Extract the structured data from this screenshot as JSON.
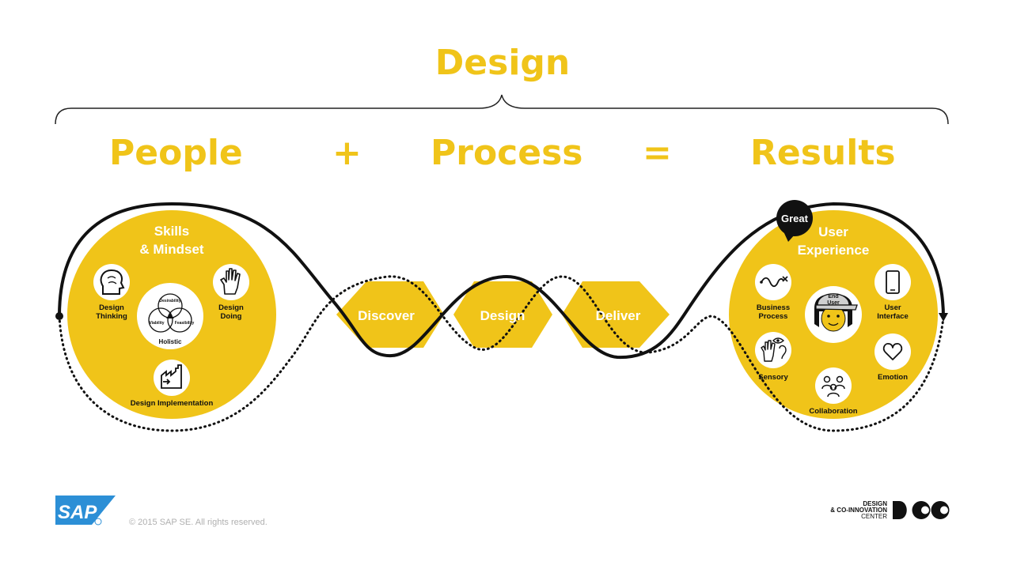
{
  "title": "Design",
  "equation": {
    "people": "People",
    "plus": "+",
    "process": "Process",
    "equals": "=",
    "results": "Results"
  },
  "skills": {
    "heading_line1": "Skills",
    "heading_line2": "& Mindset",
    "design_thinking_line1": "Design",
    "design_thinking_line2": "Thinking",
    "design_doing_line1": "Design",
    "design_doing_line2": "Doing",
    "holistic": "Holistic",
    "venn_desirability": "Desirability",
    "venn_viability": "Viability",
    "venn_feasibility": "Feasibility",
    "design_implementation": "Design Implementation"
  },
  "phases": [
    "Discover",
    "Design",
    "Deliver"
  ],
  "experience": {
    "badge": "Great",
    "heading_line1": "User",
    "heading_line2": "Experience",
    "business_process_line1": "Business",
    "business_process_line2": "Process",
    "user_interface_line1": "User",
    "user_interface_line2": "Interface",
    "end_user_line1": "End",
    "end_user_line2": "User",
    "sensory": "Sensory",
    "emotion": "Emotion",
    "collaboration": "Collaboration"
  },
  "footer": {
    "sap_logo": "SAP",
    "copyright": "© 2015 SAP SE. All rights reserved.",
    "dcc_line1": "DESIGN",
    "dcc_line2": "& CO-INNOVATION",
    "dcc_line3": "CENTER",
    "dcc_mark": "DCC"
  },
  "colors": {
    "accent": "#f0c419",
    "ink": "#111111",
    "sap_blue": "#2c8fd6"
  }
}
